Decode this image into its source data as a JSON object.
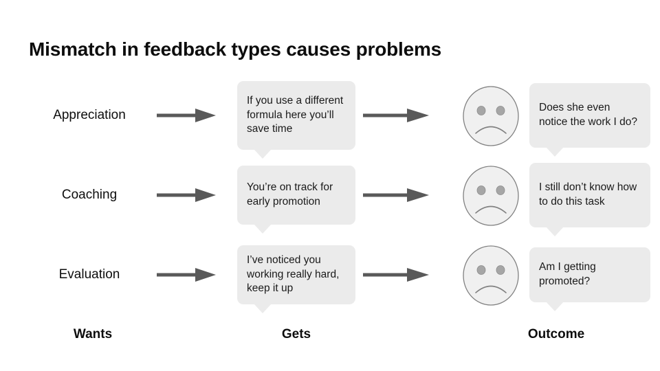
{
  "slide": {
    "title": "Mismatch in feedback types causes problems",
    "colors": {
      "background": "#ffffff",
      "text": "#0d0d0d",
      "bubble_fill": "#ebebeb",
      "arrow": "#595959",
      "face_fill": "#f0f0f0",
      "face_stroke": "#808080",
      "eye_fill": "#a6a6a6"
    }
  },
  "columns": {
    "wants_label": "Wants",
    "gets_label": "Gets",
    "outcome_label": "Outcome"
  },
  "rows": [
    {
      "want": "Appreciation",
      "gets": "If you use a different formula here you’ll save time",
      "outcome_face": "sad-face",
      "outcome": "Does she even notice the work I do?"
    },
    {
      "want": "Coaching",
      "gets": "You’re on track for early promotion",
      "outcome_face": "sad-face",
      "outcome": "I still don’t know how to do this task"
    },
    {
      "want": "Evaluation",
      "gets": "I’ve noticed you working really hard, keep it up",
      "outcome_face": "sad-face",
      "outcome": "Am I getting promoted?"
    }
  ],
  "icons": {
    "arrow": "arrow-right-icon",
    "face": "sad-face-icon"
  }
}
